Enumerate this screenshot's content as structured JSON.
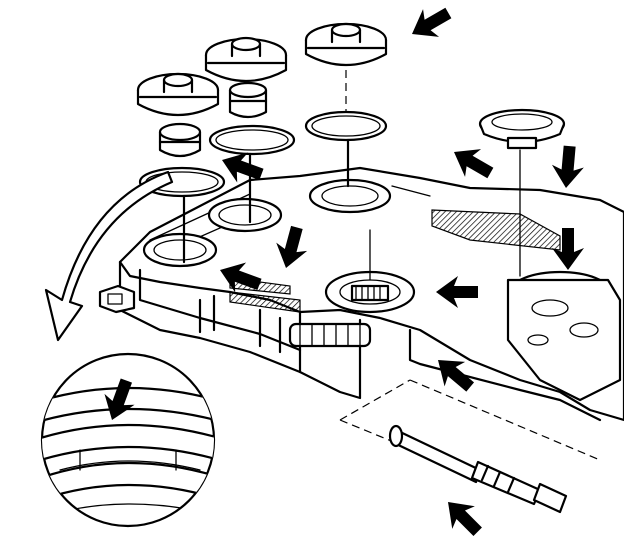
{
  "colors": {
    "ink": "#000000",
    "paper": "#ffffff"
  },
  "callout_arrows": [
    {
      "id": "arrow-top-piston-seal",
      "angle": 150
    },
    {
      "id": "arrow-small-piston",
      "angle": 200
    },
    {
      "id": "arrow-cover-seal",
      "angle": 210
    },
    {
      "id": "arrow-right-lower-1",
      "angle": 95
    },
    {
      "id": "arrow-right-lower-2",
      "angle": 90
    },
    {
      "id": "arrow-left-bore",
      "angle": 200
    },
    {
      "id": "arrow-center-bore",
      "angle": 105
    },
    {
      "id": "arrow-center-seal",
      "angle": 180
    },
    {
      "id": "arrow-front-edge",
      "angle": 220
    },
    {
      "id": "arrow-detail-seal",
      "angle": 110
    },
    {
      "id": "arrow-shaft",
      "angle": 225
    }
  ]
}
